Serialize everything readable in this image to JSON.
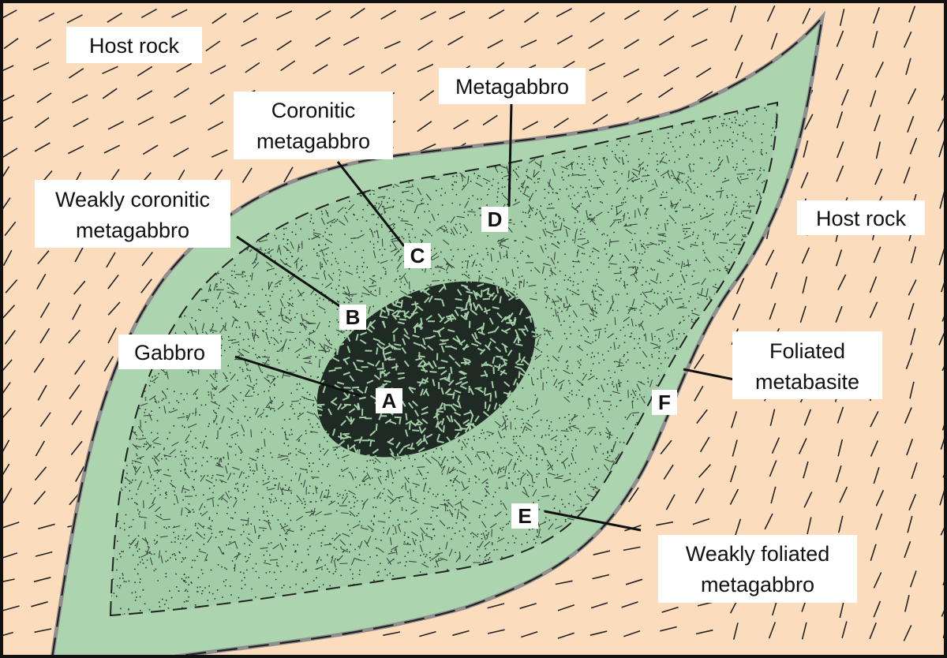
{
  "colors": {
    "host_rock": "#fbdcbd",
    "metabasite": "#acd4ae",
    "metagabbro_zone": "#a2cda6",
    "gabbro": "#1f2a24",
    "outline": "#8f8f8f",
    "hatch": "#222222"
  },
  "labels": {
    "host_rock_tl": "Host rock",
    "host_rock_r": "Host rock",
    "metagabbro": "Metagabbro",
    "coronitic_1": "Coronitic",
    "coronitic_2": "metagabbro",
    "weakly_coronitic_1": "Weakly coronitic",
    "weakly_coronitic_2": "metagabbro",
    "gabbro": "Gabbro",
    "foliated_1": "Foliated",
    "foliated_2": "metabasite",
    "weakly_foliated_1": "Weakly foliated",
    "weakly_foliated_2": "metagabbro"
  },
  "points": {
    "a": "A",
    "b": "B",
    "c": "C",
    "d": "D",
    "e": "E",
    "f": "F"
  }
}
